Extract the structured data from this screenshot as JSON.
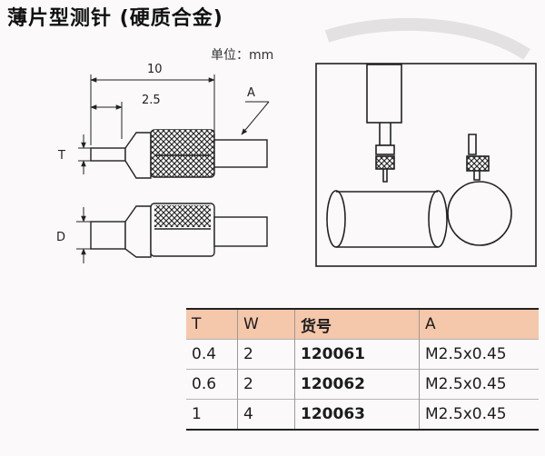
{
  "title": "薄片型测针 (硬质合金)",
  "unit_label": "单位：mm",
  "drawing": {
    "dim_overall": "10",
    "dim_tip": "2.5",
    "label_thread": "A",
    "label_thickness": "T",
    "label_diameter": "D"
  },
  "table": {
    "headers": [
      "T",
      "W",
      "货号",
      "A"
    ],
    "rows": [
      [
        "0.4",
        "2",
        "120061",
        "M2.5x0.45"
      ],
      [
        "0.6",
        "2",
        "120062",
        "M2.5x0.45"
      ],
      [
        "1",
        "4",
        "120063",
        "M2.5x0.45"
      ]
    ]
  }
}
